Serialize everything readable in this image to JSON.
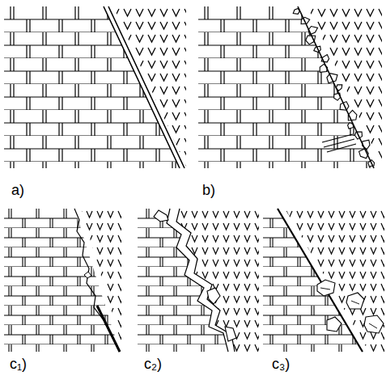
{
  "diagram": {
    "labels": [
      "a)",
      "b)",
      "c₁)",
      "c₂)",
      "c₃)"
    ]
  }
}
